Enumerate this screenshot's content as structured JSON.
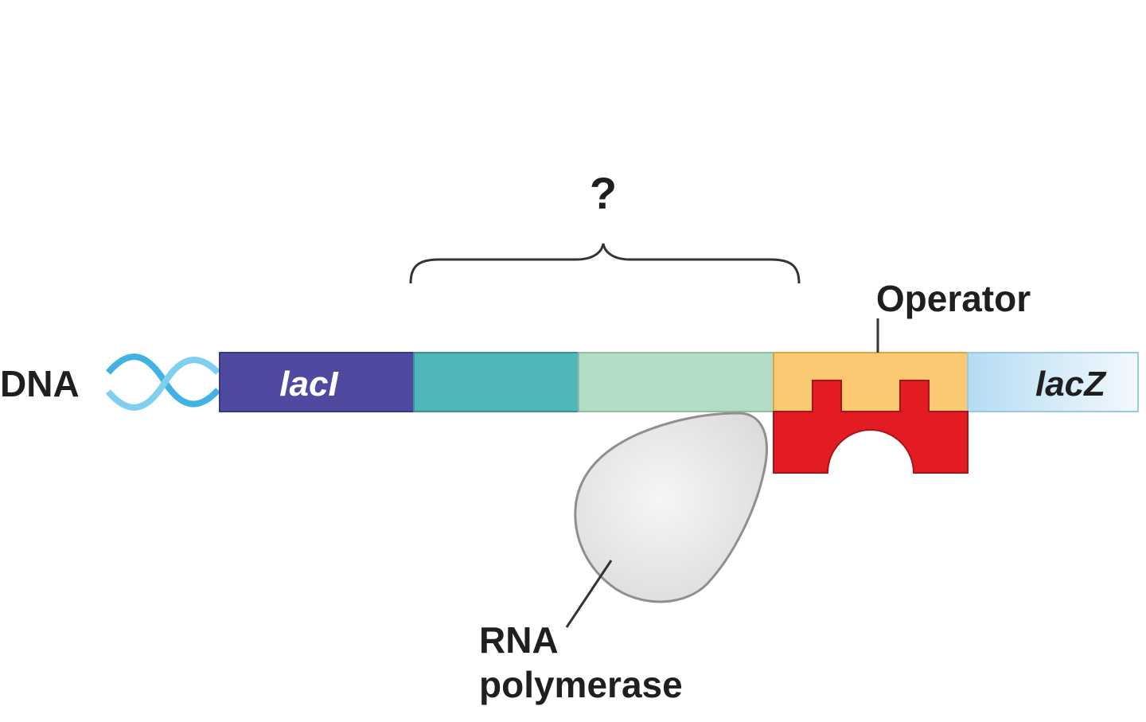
{
  "labels": {
    "dna": "DNA",
    "question_mark": "?",
    "operator": "Operator",
    "lacI": "lacI",
    "lacZ": "lacZ",
    "rna_polymerase_line1": "RNA",
    "rna_polymerase_line2": "polymerase"
  },
  "colors": {
    "lacI": "#4f4a9f",
    "region_a": "#4fb7ba",
    "region_b": "#b3dcc6",
    "operator": "#fbc972",
    "lacZ_light": "#eef7fd",
    "lacZ_dark": "#b5dcf2",
    "repressor": "#e31c23",
    "polymerase": "#e6e6e6",
    "helix": "#40b3e3",
    "text": "#1f1f1f"
  }
}
